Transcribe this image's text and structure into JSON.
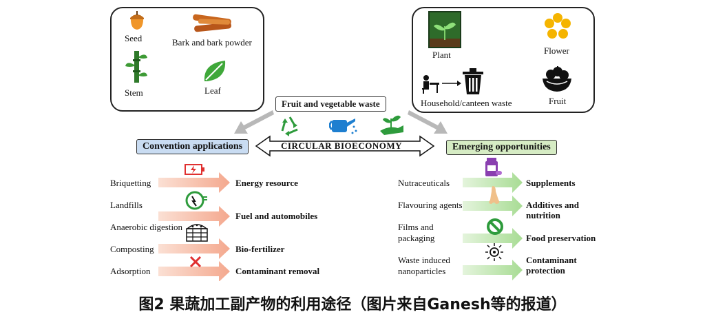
{
  "left_panel": {
    "items": [
      "Seed",
      "Bark and bark powder",
      "Stem",
      "Leaf"
    ]
  },
  "right_panel": {
    "items": [
      "Plant",
      "Flower",
      "Household/canteen waste",
      "Fruit"
    ]
  },
  "center_label": "Fruit and vegetable waste",
  "bar_label": "CIRCULAR BIOECONOMY",
  "convention_label": "Convention applications",
  "emerging_label": "Emerging opportunities",
  "left_rows": [
    {
      "source": "Briquetting",
      "target": "Energy resource"
    },
    {
      "source": "Landfills",
      "target": "Fuel and automobiles"
    },
    {
      "source": "Anaerobic digestion",
      "target": ""
    },
    {
      "source": "Composting",
      "target": "Bio-fertilizer"
    },
    {
      "source": "Adsorption",
      "target": "Contaminant removal"
    }
  ],
  "right_rows": [
    {
      "source": "Nutraceuticals",
      "target": "Supplements"
    },
    {
      "source": "Flavouring agents",
      "target": "Additives and nutrition"
    },
    {
      "source": "Films and packaging",
      "target": "Food preservation"
    },
    {
      "source": "Waste induced nanoparticles",
      "target": "Contaminant protection"
    }
  ],
  "caption": "图2 果蔬加工副产物的利用途径（图片来自Ganesh等的报道）",
  "colors": {
    "convention_bg": "#c9dcf2",
    "emerging_bg": "#d6ecc4",
    "left_arrow": "#f4b7a0",
    "right_arrow": "#b7e3a8",
    "recycle_green": "#2e9b3c",
    "blue_can": "#1e7fd0"
  }
}
